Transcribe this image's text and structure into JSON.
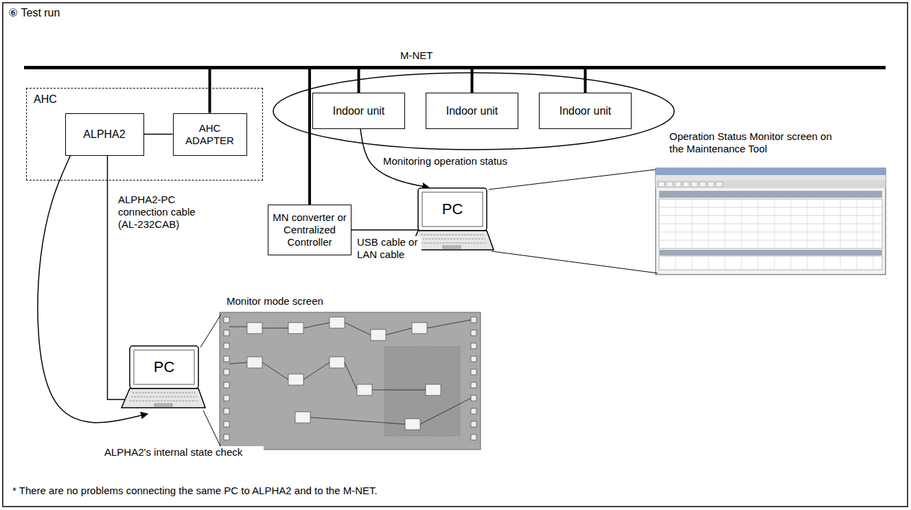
{
  "diagram": {
    "title": "⑥ Test run",
    "nodes": [
      {
        "text": [
          "M-NET"
        ]
      },
      {
        "text": [
          "AHC"
        ]
      },
      {
        "text": [
          "ALPHA2"
        ],
        "in": 1
      },
      {
        "text": [
          "AHC ADAPTER"
        ],
        "in": 1
      },
      {
        "text": [
          "Indoor unit"
        ]
      },
      {
        "text": [
          "Indoor unit"
        ]
      },
      {
        "text": [
          "Indoor unit"
        ]
      },
      {
        "text": [
          "MN converter or Centralized Controller"
        ]
      },
      {
        "text": [
          "PC"
        ]
      },
      {
        "text": [
          "PC"
        ]
      }
    ],
    "edges": [
      {
        "from": 2,
        "to": 3,
        "arrow": "none"
      },
      {
        "from": 0,
        "to": 3,
        "arrow": "none"
      },
      {
        "from": 0,
        "to": 4,
        "arrow": "none"
      },
      {
        "from": 0,
        "to": 5,
        "arrow": "none"
      },
      {
        "from": 0,
        "to": 6,
        "arrow": "none"
      },
      {
        "from": 0,
        "to": 7,
        "arrow": "none"
      },
      {
        "from": 7,
        "to": 8,
        "label": "USB cable or LAN cable",
        "arrow": "none"
      },
      {
        "from": 2,
        "to": 9,
        "label": "ALPHA2-PC connection cable (AL-232CAB)",
        "arrow": "none"
      },
      {
        "from": 4,
        "to": 8,
        "label": "Monitoring operation status",
        "arrow": "to"
      },
      {
        "from": 2,
        "to": 9,
        "label": "ALPHA2's internal state check",
        "arrow": "to"
      }
    ],
    "labels": [
      "Operation Status Monitor screen on the Maintenance Tool",
      "Monitor mode screen",
      "* There are no problems connecting the same PC to ALPHA2 and to the M-NET."
    ]
  }
}
